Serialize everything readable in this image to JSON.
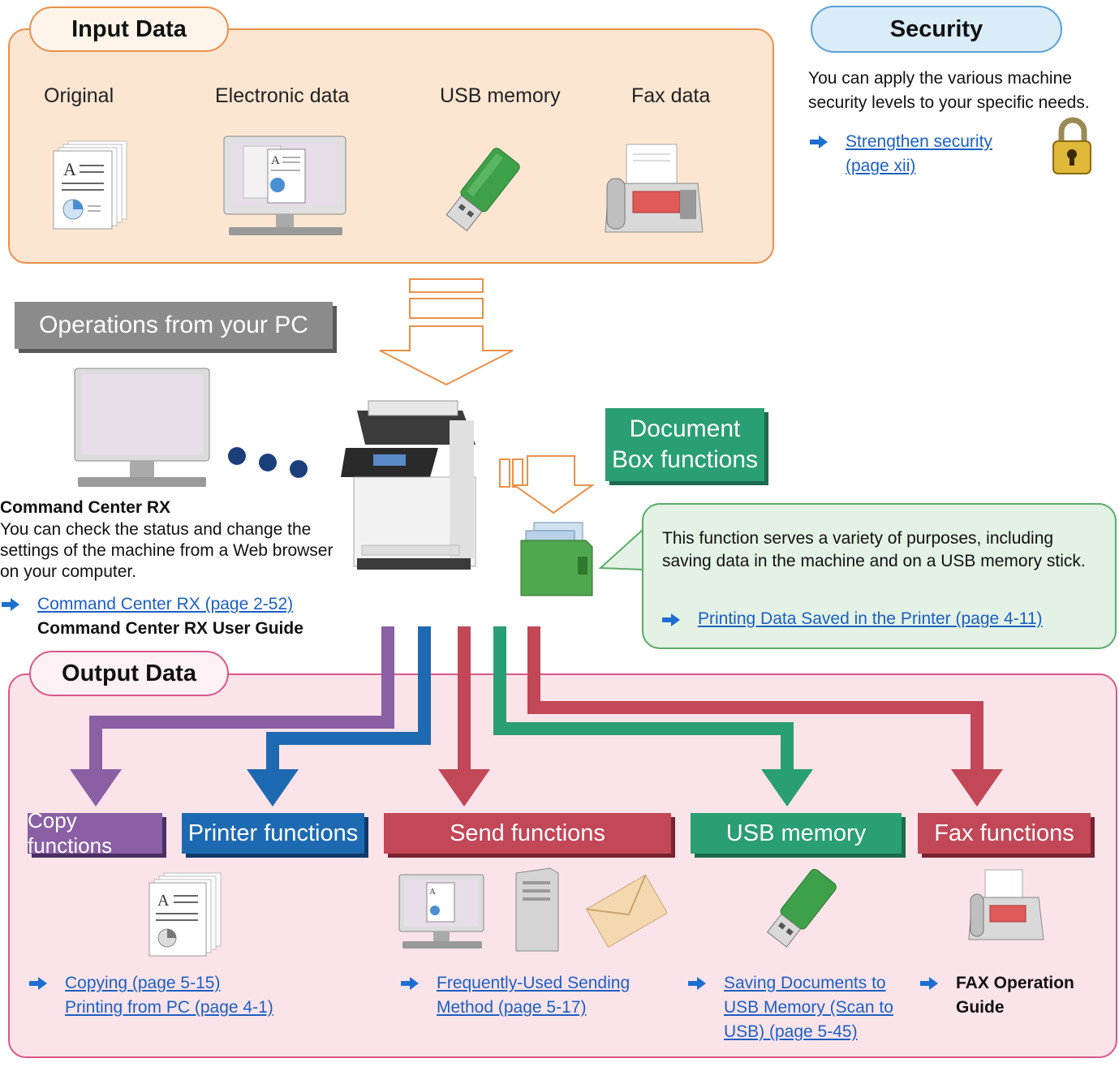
{
  "input_data": {
    "title": "Input Data",
    "items": [
      "Original",
      "Electronic data",
      "USB memory",
      "Fax data"
    ]
  },
  "security": {
    "title": "Security",
    "text": "You can apply the various machine security levels to your specific needs.",
    "link_line1": "Strengthen security ",
    "link_line2": "(page xii)"
  },
  "operations_pc": {
    "label": "Operations from your PC",
    "cc_title": "Command Center RX",
    "cc_text": "You can check the status and change the settings of the machine from a Web browser on your computer.",
    "cc_link": "Command Center RX (page 2-52)",
    "cc_guide": "Command Center RX User Guide"
  },
  "document_box": {
    "label_line1": "Document",
    "label_line2": "Box functions",
    "bubble_text": "This function serves a variety of purposes, including saving data in the machine and on a USB memory stick.",
    "bubble_link": "Printing Data Saved in the Printer (page 4-11)"
  },
  "output_data": {
    "title": "Output Data",
    "functions": [
      {
        "label": "Copy functions",
        "color": "#8a5fa4"
      },
      {
        "label": "Printer functions",
        "color": "#1e6ab2"
      },
      {
        "label": "Send functions",
        "color": "#c24757"
      },
      {
        "label": "USB memory",
        "color": "#2a9e74"
      },
      {
        "label": "Fax functions",
        "color": "#c24757"
      }
    ],
    "links": {
      "copying": "Copying (page 5-15)",
      "printing_pc": "Printing from PC (page 4-1)",
      "send_line1": "Frequently-Used Sending ",
      "send_line2": "Method (page 5-17)",
      "usb_line1": "Saving Documents to ",
      "usb_line2": "USB Memory (Scan to ",
      "usb_line3": "USB) (page 5-45)",
      "fax_line1": "FAX Operation",
      "fax_line2": "Guide"
    }
  },
  "colors": {
    "input_border": "#e9904a",
    "security_border": "#5aa2d6",
    "output_border": "#d9578b",
    "link": "#1c5fc2",
    "document_box": "#2a9e74"
  }
}
